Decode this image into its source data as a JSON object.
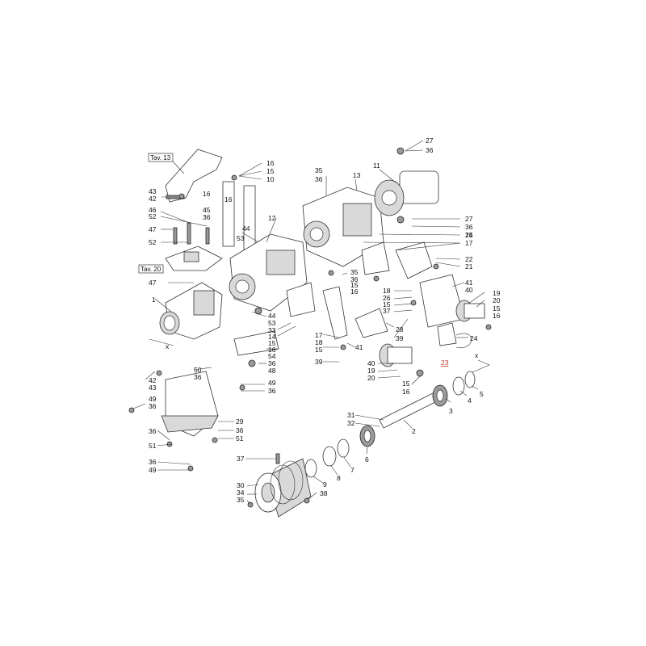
{
  "refs": [
    "Tav. 13",
    "Tav. 20"
  ],
  "axis_marks": [
    "x",
    "x"
  ],
  "highlight_label": "23",
  "labels": {
    "l27a": "27",
    "l36a": "36",
    "l11": "11",
    "l13": "13",
    "l35a": "35",
    "l36b": "36",
    "l16a": "16",
    "l15a": "15",
    "l10": "10",
    "l43": "43",
    "l42a": "42",
    "l16b": "16",
    "l16c": "16",
    "l45": "45",
    "l36c": "36",
    "l46": "46",
    "l52a": "52",
    "l47a": "47",
    "l52b": "52",
    "l12": "12",
    "l44a": "44",
    "l53a": "53",
    "l27b": "27",
    "l36d": "36",
    "l25": "25",
    "l14a": "14",
    "l17a": "17",
    "l22": "22",
    "l21": "21",
    "l47b": "47",
    "l35b": "35",
    "l36e": "36",
    "l15b": "15",
    "l16d": "16",
    "l18a": "18",
    "l26": "26",
    "l15c": "15",
    "l37a": "37",
    "l41a": "41",
    "l40a": "40",
    "l19a": "19",
    "l20a": "20",
    "l15d": "15",
    "l16e": "16",
    "l1": "1",
    "l44b": "44",
    "l53b": "53",
    "l33": "33",
    "l14b": "14",
    "l15e": "15",
    "l16f": "16",
    "l54": "54",
    "l28": "28",
    "l39a": "39",
    "l24": "24",
    "l17b": "17",
    "l18b": "18",
    "l15f": "15",
    "l41b": "41",
    "l39b": "39",
    "l40b": "40",
    "l19b": "19",
    "l20b": "20",
    "l36f": "36",
    "l48": "48",
    "l50": "50",
    "l36g": "36",
    "l42b": "42",
    "l43b": "43",
    "l49a": "49",
    "l36h": "36",
    "l15g": "15",
    "l16g": "16",
    "l49b": "49",
    "l36i": "36",
    "l5": "5",
    "l4": "4",
    "l3": "3",
    "l29": "29",
    "l36j": "36",
    "l51a": "51",
    "l36k": "36",
    "l51b": "51",
    "l31": "31",
    "l32": "32",
    "l2": "2",
    "l36l": "36",
    "l49c": "49",
    "l37b": "37",
    "l6": "6",
    "l7": "7",
    "l8": "8",
    "l30": "30",
    "l34": "34",
    "l35c": "35",
    "l9": "9",
    "l38": "38"
  }
}
